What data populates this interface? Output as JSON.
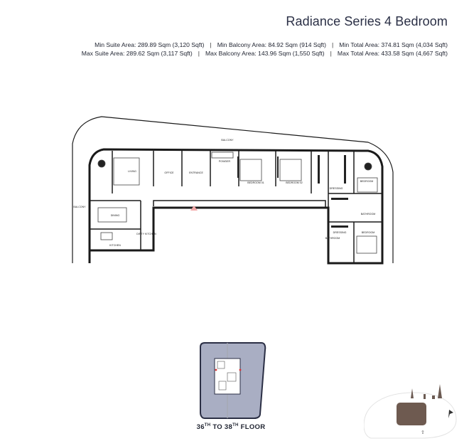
{
  "header": {
    "title": "Radiance Series 4 Bedroom"
  },
  "areas": {
    "min_suite": "Min Suite Area: 289.89 Sqm (3,120 Sqft)",
    "min_balcony": "Min Balcony Area: 84.92 Sqm (914 Sqft)",
    "min_total": "Min Total Area: 374.81 Sqm (4,034 Sqft)",
    "max_suite": "Max Suite Area: 289.62 Sqm (3,117 Sqft)",
    "max_balcony": "Max Balcony Area: 143.96 Sqm (1,550 Sqft)",
    "max_total": "Max Total Area: 433.58 Sqm (4,667 Sqft)",
    "separator": "|"
  },
  "plan": {
    "rooms": {
      "balcony": "BALCONY",
      "balcony_left": "BALCONY",
      "living": "LIVING",
      "office": "OFFICE",
      "entrance": "ENTRANCE",
      "bedroom_01": "BEDROOM 01",
      "bedroom_02": "BEDROOM 02",
      "dressing": "DRESSING",
      "master_bed": "BEDROOM",
      "bathroom": "BATHROOM",
      "dining": "DINING",
      "kitchen": "KITCHEN",
      "bedroom_03": "BEDROOM",
      "dressing_2": "DRESSING",
      "bathroom_2": "BATHROOM",
      "powder": "POWDER",
      "dirty_kitchen": "DIRTY KITCHEN"
    }
  },
  "keyplan": {
    "floor_label_pre": "36",
    "floor_sup_1": "TH",
    "floor_mid": " TO 38",
    "floor_sup_2": "TH",
    "floor_post": " FLOOR"
  },
  "colors": {
    "wall": "#1a1a1a",
    "keyplan_fill": "#a9aec3",
    "keyplan_border": "#2b2f45",
    "compass_box": "#6e5a50",
    "entry_marker": "#f2a9a9"
  },
  "icons": [
    "compass-icon",
    "skyline-icon",
    "north-arrow-icon",
    "entry-marker-icon"
  ]
}
